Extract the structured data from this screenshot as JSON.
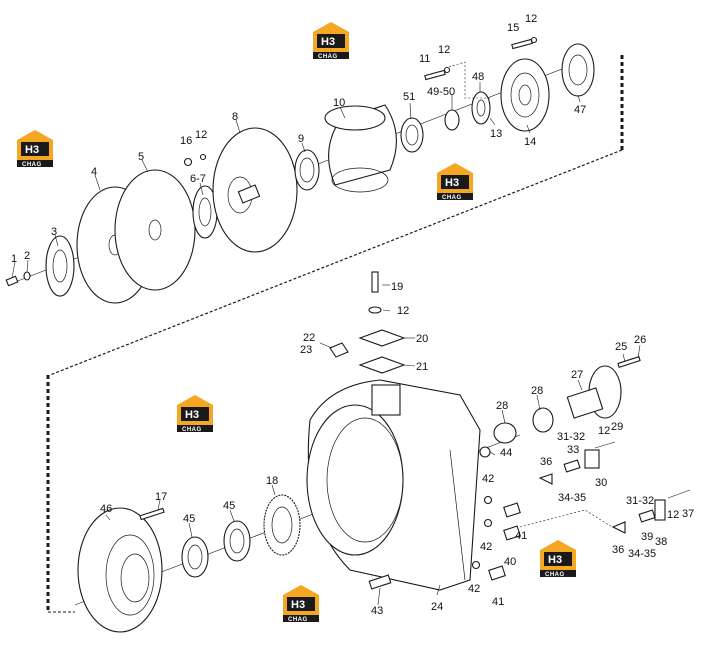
{
  "callouts": [
    {
      "id": "c1",
      "text": "1"
    },
    {
      "id": "c2",
      "text": "2"
    },
    {
      "id": "c3",
      "text": "3"
    },
    {
      "id": "c4",
      "text": "4"
    },
    {
      "id": "c5",
      "text": "5"
    },
    {
      "id": "c6",
      "text": "6-7"
    },
    {
      "id": "c8",
      "text": "8"
    },
    {
      "id": "c9",
      "text": "9"
    },
    {
      "id": "c10",
      "text": "10"
    },
    {
      "id": "c11",
      "text": "11"
    },
    {
      "id": "c12a",
      "text": "12"
    },
    {
      "id": "c12b",
      "text": "12"
    },
    {
      "id": "c12c",
      "text": "12"
    },
    {
      "id": "c13",
      "text": "13"
    },
    {
      "id": "c14",
      "text": "14"
    },
    {
      "id": "c15",
      "text": "15"
    },
    {
      "id": "c16",
      "text": "16"
    },
    {
      "id": "c17",
      "text": "17"
    },
    {
      "id": "c18",
      "text": "18"
    },
    {
      "id": "c19",
      "text": "19"
    },
    {
      "id": "c12d",
      "text": "12"
    },
    {
      "id": "c20",
      "text": "20"
    },
    {
      "id": "c21",
      "text": "21"
    },
    {
      "id": "c22",
      "text": "22"
    },
    {
      "id": "c23",
      "text": "23"
    },
    {
      "id": "c24",
      "text": "24"
    },
    {
      "id": "c25",
      "text": "25"
    },
    {
      "id": "c26",
      "text": "26"
    },
    {
      "id": "c27",
      "text": "27"
    },
    {
      "id": "c28a",
      "text": "28"
    },
    {
      "id": "c28b",
      "text": "28"
    },
    {
      "id": "c29",
      "text": "29"
    },
    {
      "id": "c12e",
      "text": "12"
    },
    {
      "id": "c30",
      "text": "30"
    },
    {
      "id": "c3132a",
      "text": "31-32"
    },
    {
      "id": "c33",
      "text": "33"
    },
    {
      "id": "c3435a",
      "text": "34-35"
    },
    {
      "id": "c36a",
      "text": "36"
    },
    {
      "id": "c3132b",
      "text": "31-32"
    },
    {
      "id": "c3435b",
      "text": "34-35"
    },
    {
      "id": "c36b",
      "text": "36"
    },
    {
      "id": "c37",
      "text": "37"
    },
    {
      "id": "c38",
      "text": "38"
    },
    {
      "id": "c39",
      "text": "39"
    },
    {
      "id": "c12f",
      "text": "12"
    },
    {
      "id": "c40",
      "text": "40"
    },
    {
      "id": "c41a",
      "text": "41"
    },
    {
      "id": "c41b",
      "text": "41"
    },
    {
      "id": "c42a",
      "text": "42"
    },
    {
      "id": "c42b",
      "text": "42"
    },
    {
      "id": "c42c",
      "text": "42"
    },
    {
      "id": "c43",
      "text": "43"
    },
    {
      "id": "c44",
      "text": "44"
    },
    {
      "id": "c45a",
      "text": "45"
    },
    {
      "id": "c45b",
      "text": "45"
    },
    {
      "id": "c46",
      "text": "46"
    },
    {
      "id": "c47",
      "text": "47"
    },
    {
      "id": "c48",
      "text": "48"
    },
    {
      "id": "c4950",
      "text": "49-50"
    },
    {
      "id": "c51",
      "text": "51"
    }
  ],
  "watermark": {
    "main": "H3",
    "sub": "CHAG"
  },
  "colors": {
    "ink": "#1a1a1a",
    "logo_orange": "#f5a623",
    "logo_dark": "#1a1a1a"
  }
}
